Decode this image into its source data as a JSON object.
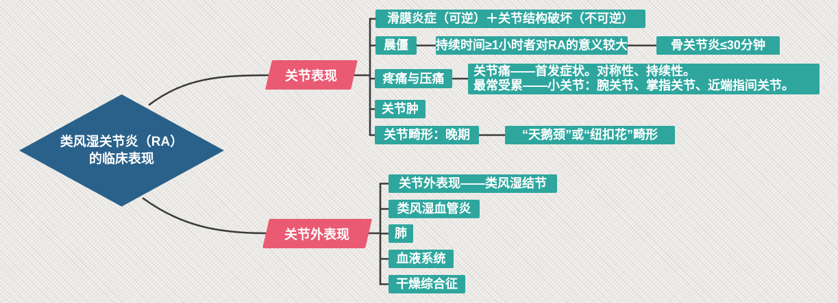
{
  "root": {
    "line1": "类风湿关节炎（RA）",
    "line2": "的临床表现"
  },
  "branches": [
    {
      "label": "关节表现"
    },
    {
      "label": "关节外表现"
    }
  ],
  "top": {
    "r1b1": "滑膜炎症（可逆）＋关节结构破坏（不可逆）",
    "r2b1": "晨僵",
    "r2b2": "持续时间≥1小时者对RA的意义较大",
    "r2b3": "骨关节炎≤30分钟",
    "r3b1": "疼痛与压痛",
    "r3b2l1": "关节痛——首发症状。对称性、持续性。",
    "r3b2l2": "最常受累——小关节：腕关节、掌指关节、近端指间关节。",
    "r4b1": "关节肿",
    "r5b1": "关节畸形：晚期",
    "r5b2": "“天鹅颈”或“纽扣花”畸形"
  },
  "bottom": {
    "r1b1": "关节外表现——类风湿结节",
    "r2b1": "类风湿血管炎",
    "r3b1": "肺",
    "r4b1": "血液系统",
    "r5b1": "干燥综合征"
  },
  "colors": {
    "teal": "#2ea69e",
    "branch": "#ea5a73",
    "root": "#2a618a",
    "line": "#3b3b3b",
    "bg": "#edebe8",
    "text": "#ffffff"
  }
}
